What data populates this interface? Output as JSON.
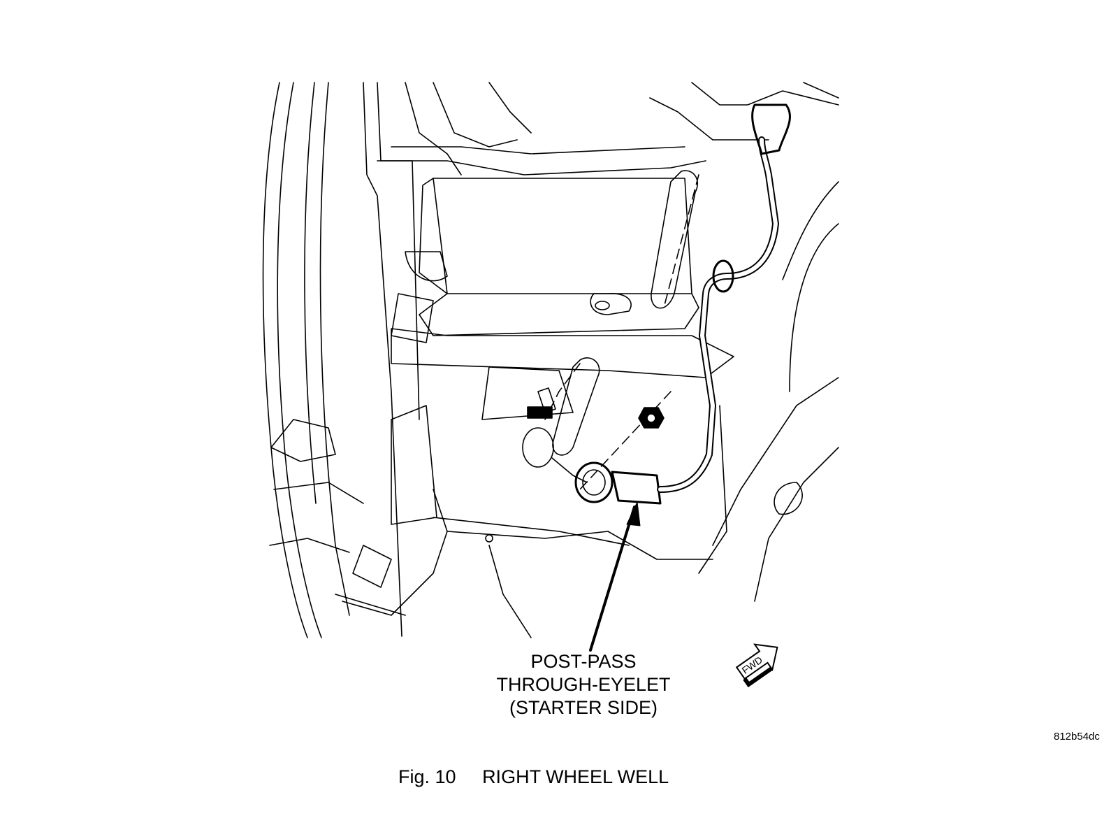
{
  "callout": {
    "lines": [
      "POST-PASS",
      "THROUGH-EYELET",
      "(STARTER SIDE)"
    ]
  },
  "drawing_code": "812b54dc",
  "caption": {
    "number": "Fig. 10",
    "title": "RIGHT WHEEL WELL"
  },
  "direction_indicator": {
    "label": "FWD",
    "icon": "forward-arrow-icon"
  },
  "colors": {
    "line": "#000000",
    "background": "#ffffff"
  }
}
